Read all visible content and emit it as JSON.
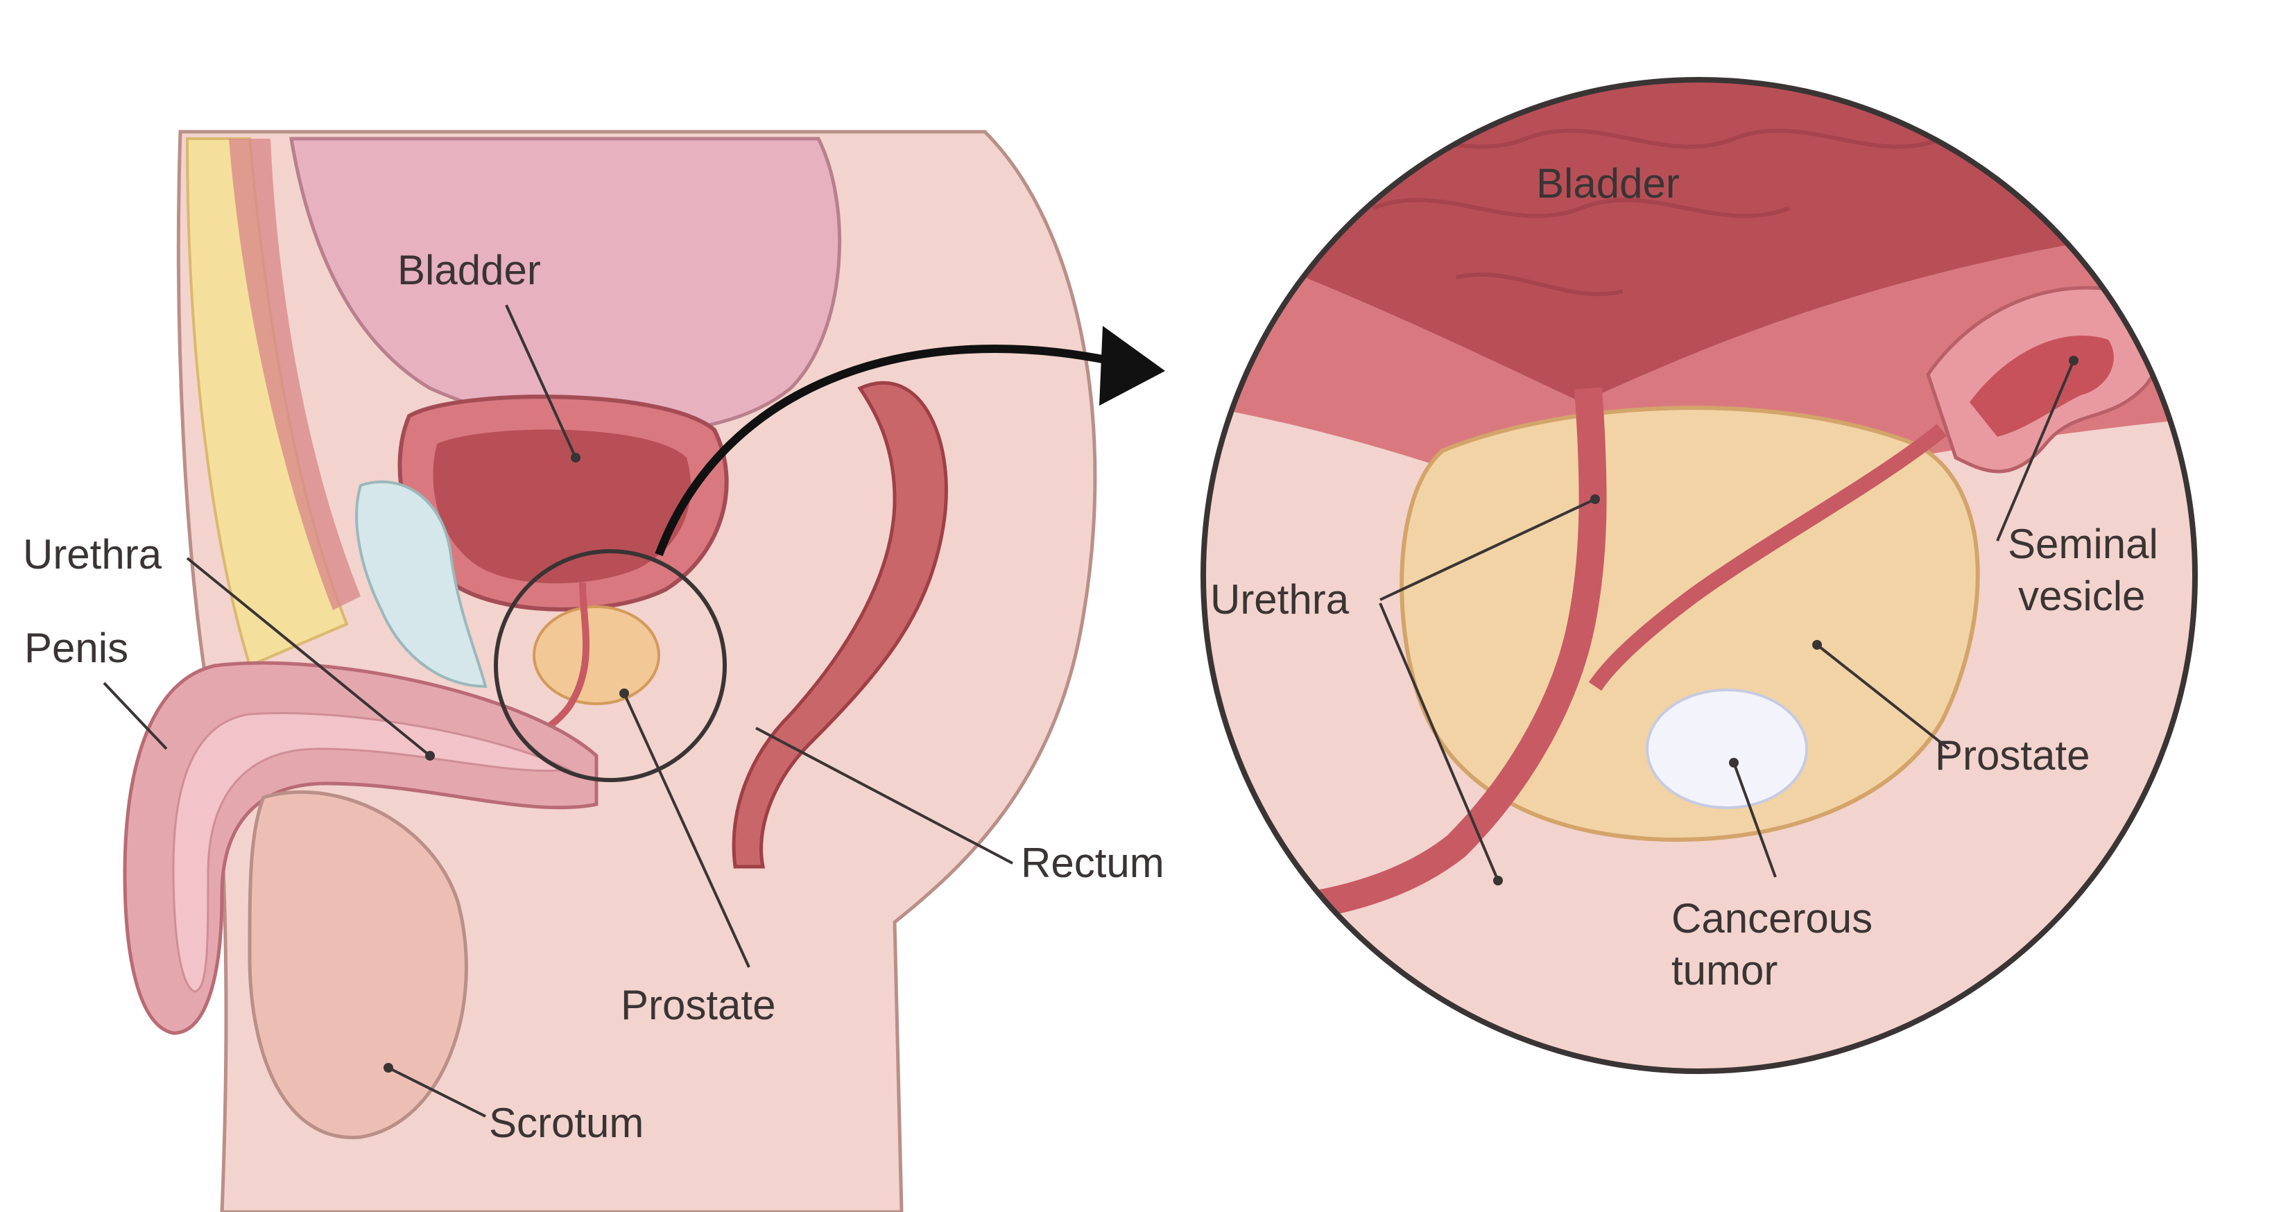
{
  "overview": {
    "labels": {
      "bladder": "Bladder",
      "urethra": "Urethra",
      "penis": "Penis",
      "rectum": "Rectum",
      "prostate": "Prostate",
      "scrotum": "Scrotum"
    }
  },
  "magnified": {
    "labels": {
      "bladder": "Bladder",
      "urethra": "Urethra",
      "seminal_vesicle_line1": "Seminal",
      "seminal_vesicle_line2": "vesicle",
      "prostate": "Prostate",
      "tumor_line1": "Cancerous",
      "tumor_line2": "tumor"
    }
  },
  "colors": {
    "skin": "#f3d3cd",
    "skin_outline": "#b98f88",
    "bladder_outer": "#e7b1c0",
    "bladder_inner": "#b84f57",
    "prostate": "#f2d3a6",
    "rectum": "#c9666a",
    "fat": "#f5df9c",
    "tumor": "#f3f4fb"
  }
}
